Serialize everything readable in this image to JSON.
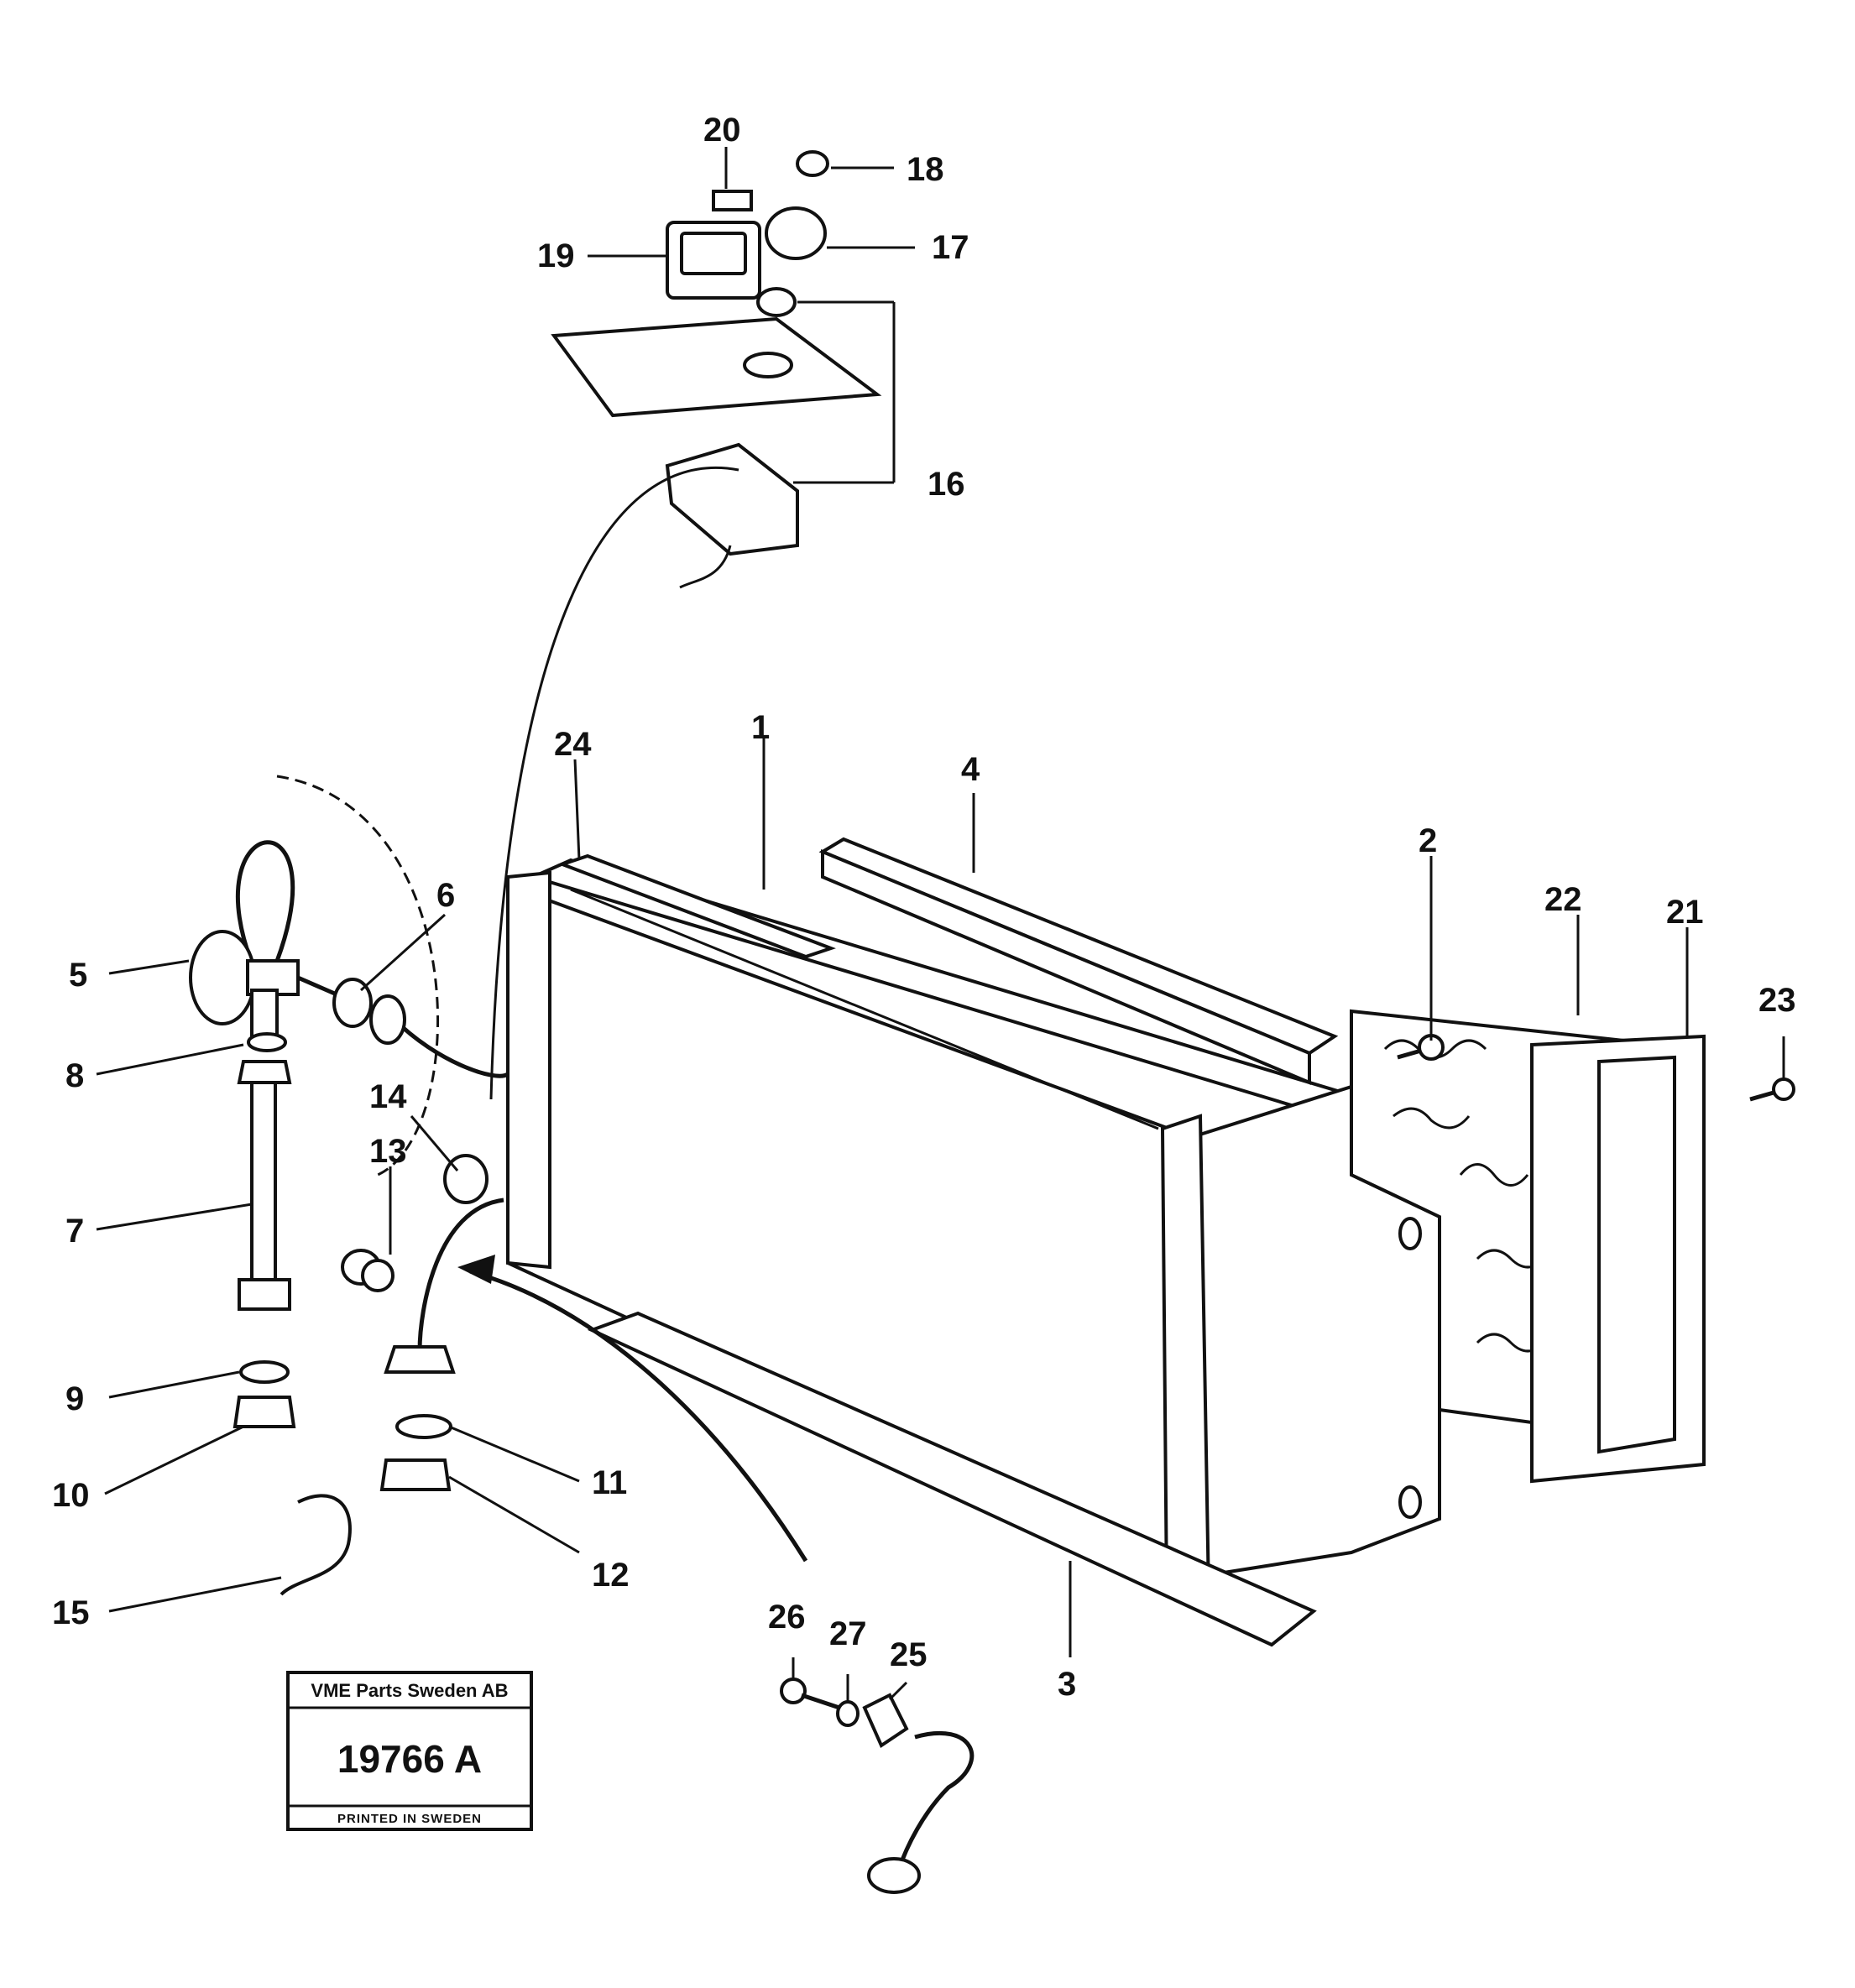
{
  "callouts": [
    {
      "id": "1",
      "label": "1"
    },
    {
      "id": "2",
      "label": "2"
    },
    {
      "id": "3",
      "label": "3"
    },
    {
      "id": "4",
      "label": "4"
    },
    {
      "id": "5",
      "label": "5"
    },
    {
      "id": "6",
      "label": "6"
    },
    {
      "id": "7",
      "label": "7"
    },
    {
      "id": "8",
      "label": "8"
    },
    {
      "id": "9",
      "label": "9"
    },
    {
      "id": "10",
      "label": "10"
    },
    {
      "id": "11",
      "label": "11"
    },
    {
      "id": "12",
      "label": "12"
    },
    {
      "id": "13",
      "label": "13"
    },
    {
      "id": "14",
      "label": "14"
    },
    {
      "id": "15",
      "label": "15"
    },
    {
      "id": "16",
      "label": "16"
    },
    {
      "id": "17",
      "label": "17"
    },
    {
      "id": "18",
      "label": "18"
    },
    {
      "id": "19",
      "label": "19"
    },
    {
      "id": "20",
      "label": "20"
    },
    {
      "id": "21",
      "label": "21"
    },
    {
      "id": "22",
      "label": "22"
    },
    {
      "id": "23",
      "label": "23"
    },
    {
      "id": "24",
      "label": "24"
    },
    {
      "id": "25",
      "label": "25"
    },
    {
      "id": "26",
      "label": "26"
    },
    {
      "id": "27",
      "label": "27"
    }
  ],
  "stamp": {
    "company": "VME Parts Sweden AB",
    "number": "19766 A",
    "printed": "PRINTED IN SWEDEN"
  }
}
